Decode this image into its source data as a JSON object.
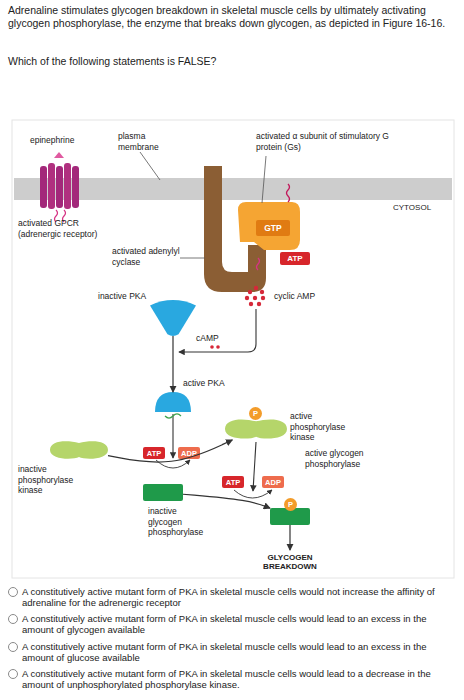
{
  "diagram": {
    "title": "Adrenaline stimulates glycogen breakdown in skeletal muscle cells by ultimately activating glycogen phosphorylase, the enzyme that breaks down glycogen, as depicted in Figure 16-16.",
    "nodes": [
      {
        "text": [
          "GTP"
        ]
      },
      {
        "text": [
          "ATP"
        ]
      },
      {
        "text": [
          "inactive PKA"
        ]
      },
      {
        "text": [
          "active PKA"
        ]
      },
      {
        "text": [
          "inactive phosphorylase kinase"
        ]
      },
      {
        "text": [
          "ATP"
        ]
      },
      {
        "text": [
          "ADP"
        ]
      },
      {
        "text": [
          "active phosphorylase kinase"
        ]
      },
      {
        "text": [
          "P"
        ],
        "in": 7
      },
      {
        "text": [
          "inactive glycogen phosphorylase"
        ]
      },
      {
        "text": [
          "ATP"
        ]
      },
      {
        "text": [
          "ADP"
        ]
      },
      {
        "text": [
          "active glycogen phosphorylase"
        ]
      },
      {
        "text": [
          "P"
        ],
        "in": 12
      },
      {
        "text": [
          "GLYCOGEN BREAKDOWN"
        ]
      }
    ],
    "edges": [
      {
        "from": 2,
        "to": 3,
        "arrow": "to"
      },
      {
        "from": 4,
        "to": 7,
        "arrow": "to"
      },
      {
        "from": 9,
        "to": 12,
        "arrow": "to"
      },
      {
        "from": 12,
        "to": 14,
        "arrow": "to"
      }
    ],
    "labels": [
      "Which of the following statements is FALSE?",
      "epinephrine",
      "plasma membrane",
      "activated α subunit of stimulatory G protein (Gs)",
      "CYTOSOL",
      "activated GPCR (adrenergic receptor)",
      "activated adenylyl cyclase",
      "cyclic AMP",
      "cAMP",
      "A constitutively active mutant form of PKA in skeletal muscle cells would not increase the affinity of adrenaline for the adrenergic receptor",
      "A constitutively active mutant form of PKA in skeletal muscle cells would lead to an excess in the amount of glycogen available",
      "A constitutively active mutant form of PKA in skeletal muscle cells would lead to an excess in the amount of glucose available",
      "A constitutively active mutant form of PKA in skeletal muscle cells would lead to a decrease in the amount of unphosphorylated phosphorylase kinase."
    ]
  }
}
